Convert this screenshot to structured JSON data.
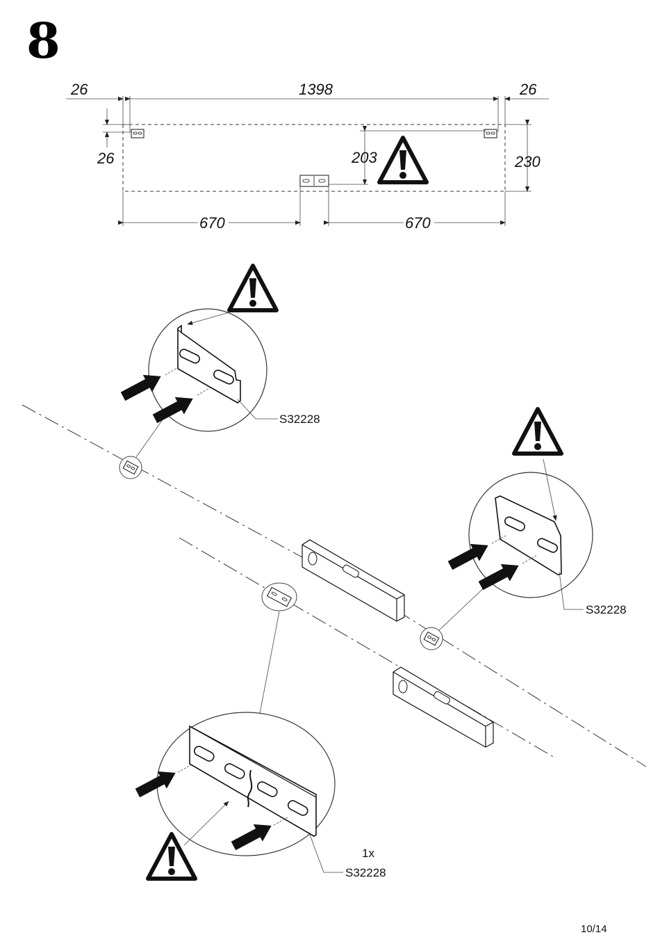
{
  "step_number": "8",
  "page_number": "10/14",
  "dimensions": {
    "left_offset": "26",
    "width": "1398",
    "right_offset": "26",
    "top_offset": "26",
    "hook_height": "203",
    "total_height": "230",
    "left_span": "670",
    "right_span": "670"
  },
  "callouts": {
    "upper_left_part": "S32228",
    "right_part": "S32228",
    "bottom_quantity": "1x",
    "bottom_part": "S32228"
  },
  "icons": {
    "warning": "warning-triangle-icon",
    "arrow": "push-arrow-icon"
  }
}
